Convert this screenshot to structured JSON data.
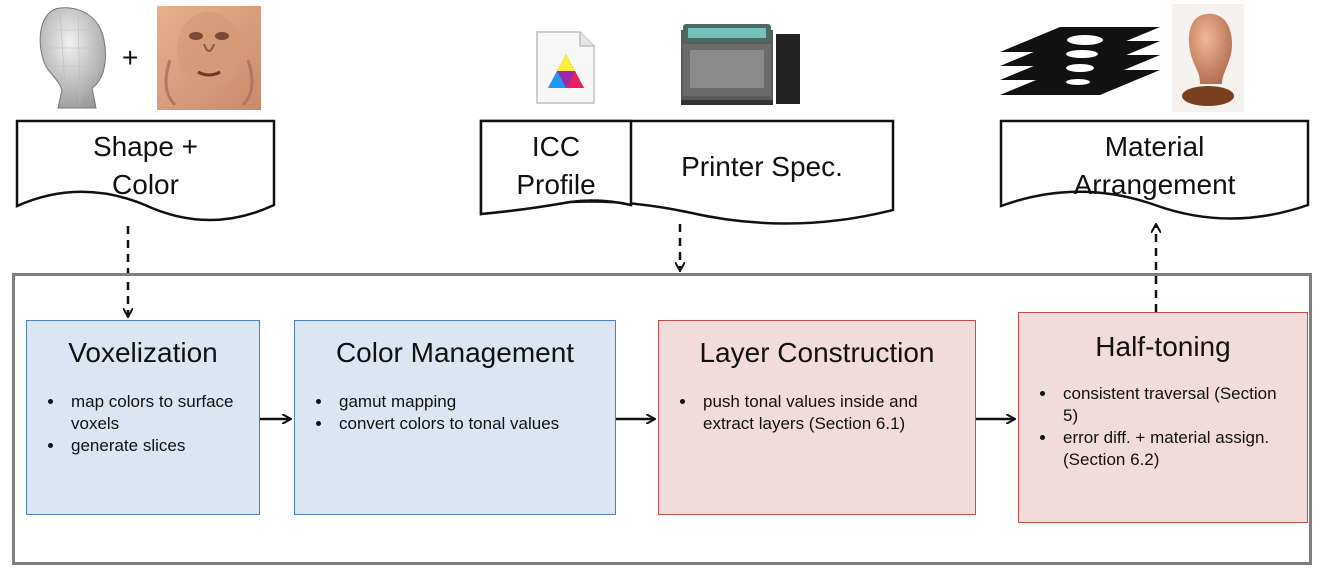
{
  "inputs": {
    "shape_color": {
      "line1": "Shape +",
      "line2": "Color"
    },
    "plus_sign": "+",
    "icc": {
      "line1": "ICC",
      "line2": "Profile"
    },
    "printer": "Printer Spec.",
    "output": {
      "line1": "Material",
      "line2": "Arrangement"
    }
  },
  "stages": [
    {
      "title": "Voxelization",
      "color": "#dce6f2",
      "bullets": [
        "map colors to surface voxels",
        "generate slices"
      ]
    },
    {
      "title": "Color Management",
      "color": "#dce6f2",
      "bullets": [
        "gamut mapping",
        "convert colors to tonal values"
      ]
    },
    {
      "title": "Layer Construction",
      "color": "#f2dcdb",
      "bullets": [
        "push tonal values inside and extract layers (Section 6.1)"
      ]
    },
    {
      "title": "Half-toning",
      "color": "#f2dcdb",
      "bullets": [
        "consistent traversal (Section 5)",
        "error diff. + material assign. (Section 6.2)"
      ]
    }
  ],
  "icons": [
    "head-model-icon",
    "face-texture-icon",
    "icc-profile-icon",
    "3d-printer-icon",
    "layer-slices-icon",
    "printed-head-icon"
  ],
  "colors": {
    "blue_stage": "#dce6f2",
    "blue_border": "#4f81bd",
    "red_stage": "#f2dcdb",
    "red_border": "#c0504d",
    "frame": "#7f7f7f"
  }
}
